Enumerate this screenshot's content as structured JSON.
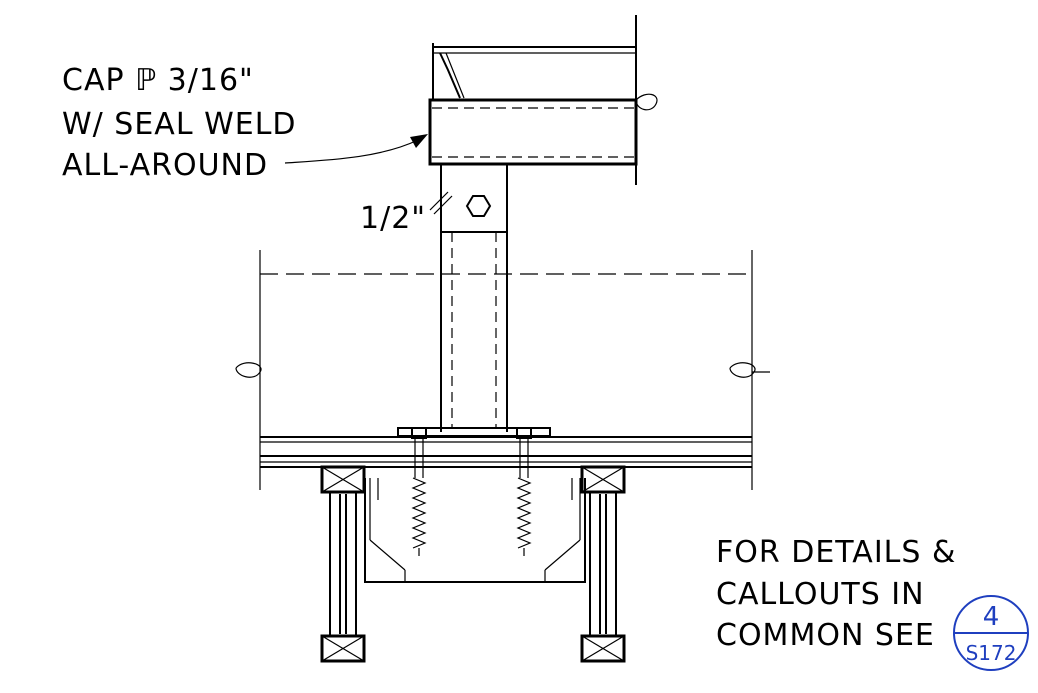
{
  "callout_cap": {
    "line1": "CAP ℙ 3/16\"",
    "line2": "W/ SEAL WELD",
    "line3": "ALL-AROUND"
  },
  "weld_dimension": "1/2\"",
  "note": {
    "line1": "FOR DETAILS &",
    "line2": "CALLOUTS IN",
    "line3": "COMMON SEE"
  },
  "detail_bubble": {
    "number": "4",
    "sheet": "S172",
    "color": "#1f3fbf"
  }
}
